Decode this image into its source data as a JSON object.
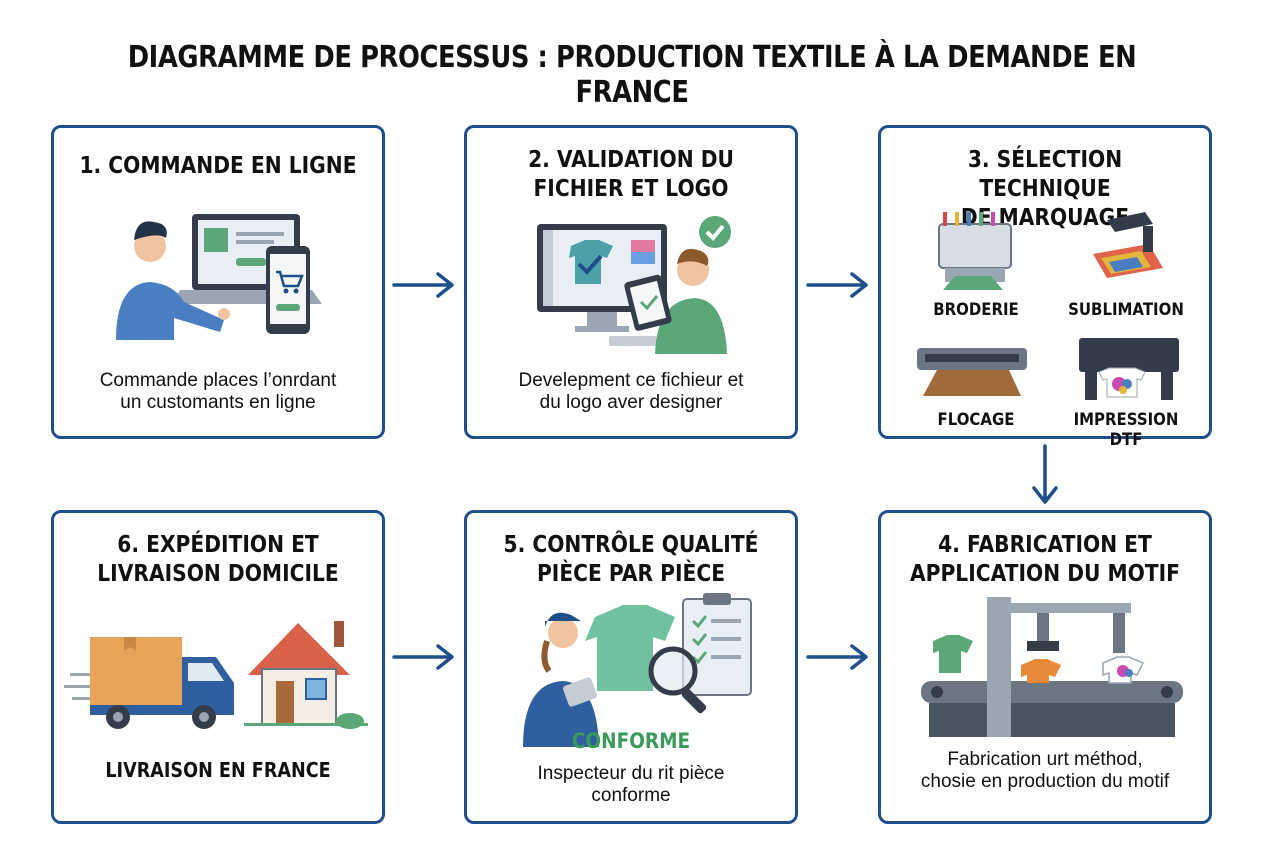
{
  "title": "DIAGRAMME DE PROCESSUS : PRODUCTION TEXTILE À LA DEMANDE EN FRANCE",
  "colors": {
    "border": "#1f4e8c",
    "arrow": "#1f4e8c",
    "accent_green": "#3a9a5a"
  },
  "steps": [
    {
      "title": "1. COMMANDE EN LIGNE",
      "description": "Commande places l’onrdant\nun customants en ligne",
      "icon": "online-order-icon"
    },
    {
      "title": "2. VALIDATION DU\nFICHIER ET LOGO",
      "description": "Develepment ce fichieur et\ndu logo aver designer",
      "icon": "file-validation-icon"
    },
    {
      "title": "3. SÉLECTION TECHNIQUE\nDE MARQUAGE",
      "techniques": [
        "BRODERIE",
        "SUBLIMATION",
        "FLOCAGE",
        "IMPRESSION DTF"
      ]
    },
    {
      "title": "4. FABRICATION ET\nAPPLICATION DU MOTIF",
      "description": "Fabrication urt méthod,\nchosie en production du motif",
      "icon": "production-line-icon"
    },
    {
      "title": "5. CONTRÔLE QUALITÉ\nPIÈCE PAR PIÈCE",
      "badge": "CONFORME",
      "description": "Inspecteur du rit pièce\nconforme",
      "icon": "quality-inspection-icon"
    },
    {
      "title": "6. EXPÉDITION ET\nLIVRAISON DOMICILE",
      "description": "LIVRAISON EN FRANCE",
      "icon": "delivery-truck-icon"
    }
  ]
}
